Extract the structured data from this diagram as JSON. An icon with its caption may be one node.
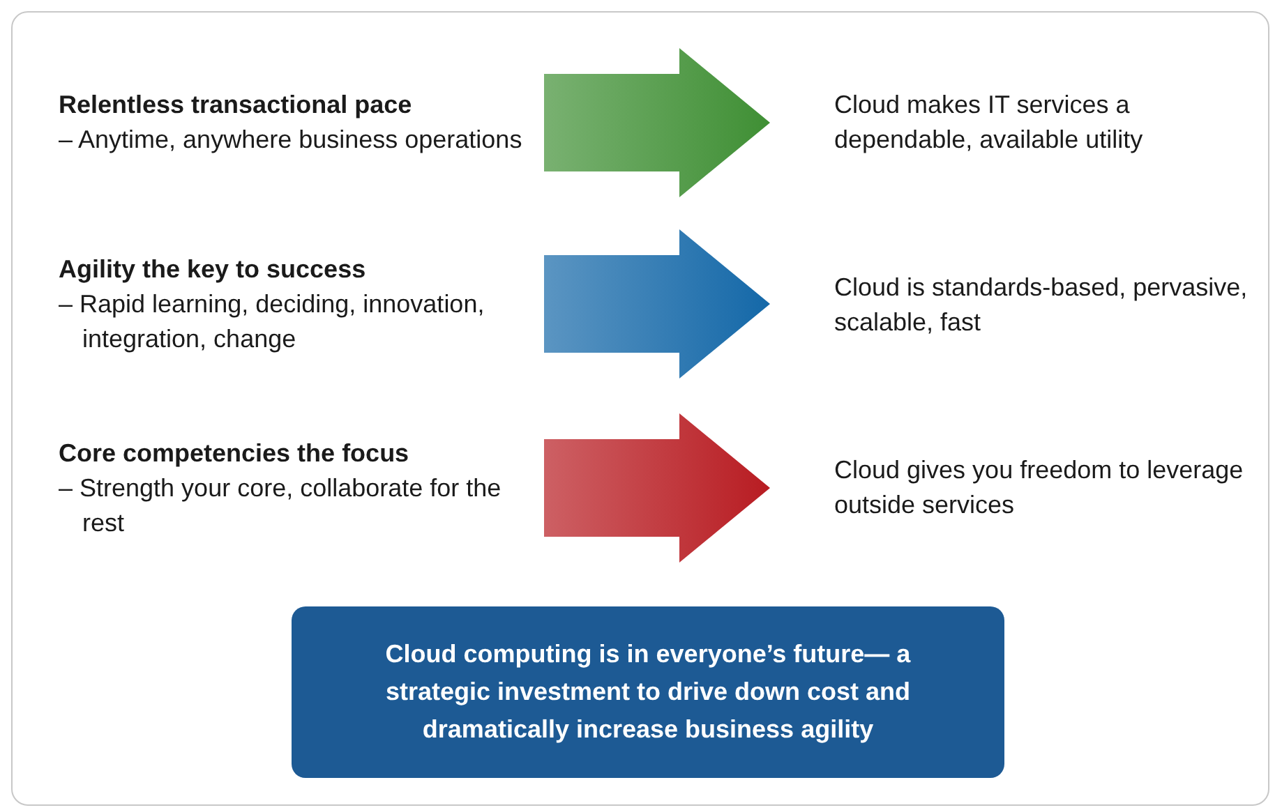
{
  "diagram": {
    "nodes": [
      {
        "text": [
          "Relentless transactional pace",
          "– Anytime, anywhere business operations"
        ]
      },
      {
        "text": [
          "Cloud makes IT services a dependable, available utility"
        ]
      },
      {
        "text": [
          "Agility the key to success",
          "– Rapid learning, deciding, innovation, integration, change"
        ]
      },
      {
        "text": [
          "Cloud is standards-based, pervasive, scalable, fast"
        ]
      },
      {
        "text": [
          "Core competencies the focus",
          "– Strength your core, collaborate for the rest"
        ]
      },
      {
        "text": [
          "Cloud gives you freedom to leverage outside services"
        ]
      },
      {
        "text": [
          "Cloud computing is in everyone’s future— a strategic investment to drive down cost and dramatically increase business agility"
        ]
      }
    ],
    "edges": [
      {
        "from": 0,
        "to": 1,
        "arrow": "to",
        "style": "thick",
        "color": "#3f8f34"
      },
      {
        "from": 2,
        "to": 3,
        "arrow": "to",
        "style": "thick",
        "color": "#1468a8"
      },
      {
        "from": 4,
        "to": 5,
        "arrow": "to",
        "style": "thick",
        "color": "#b81c22"
      }
    ]
  }
}
